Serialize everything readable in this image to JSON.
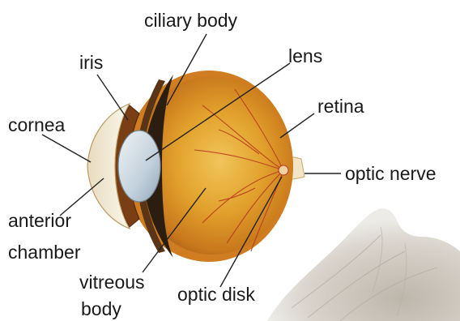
{
  "labels": {
    "ciliary_body": "ciliary body",
    "lens": "lens",
    "iris": "iris",
    "retina": "retina",
    "cornea": "cornea",
    "optic_nerve": "optic nerve",
    "anterior_chamber_line1": "anterior",
    "anterior_chamber_line2": "chamber",
    "vitreous_body_line1": "vitreous",
    "vitreous_body_line2": "body",
    "optic_disk": "optic disk"
  },
  "colors": {
    "background": "#ffffff",
    "sclera_orange": "#d4801e",
    "vitreous_yellow": "#e2a22c",
    "choroid_dark": "#2b1d10",
    "lens_blue": "#c9d6df",
    "cornea_cream": "#f4ecd6",
    "blood_vessel": "#b5341c",
    "fur_gray": "#cfcac2",
    "leader_line": "#222222"
  }
}
